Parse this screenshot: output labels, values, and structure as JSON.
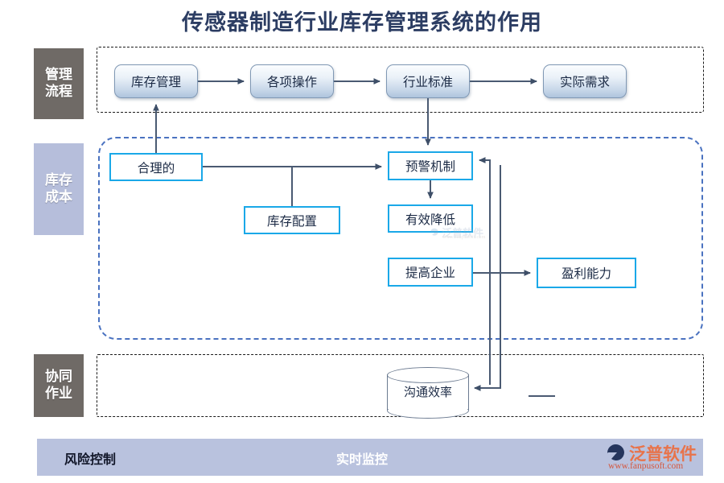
{
  "page": {
    "title": "传感器制造行业库存管理系统的作用",
    "title_color": "#2c3d63",
    "background": "#ffffff"
  },
  "bands": [
    {
      "id": "manage",
      "label": "管理流程",
      "lines": [
        "管理",
        "流程"
      ],
      "bg": "#6f6a66",
      "text_color": "#ffffff"
    },
    {
      "id": "cost",
      "label": "库存成本",
      "lines": [
        "库存",
        "成本"
      ],
      "bg": "#b6bedb",
      "text_color": "#ffffff"
    },
    {
      "id": "collab",
      "label": "协同作业",
      "lines": [
        "协同",
        "作业"
      ],
      "bg": "#6f6a66",
      "text_color": "#ffffff"
    }
  ],
  "zones": [
    {
      "id": "top",
      "border_style": "dash-dot",
      "border_color": "#1a1a1a",
      "rounded": false
    },
    {
      "id": "middle",
      "border_style": "dashed",
      "border_color": "#4a72c0",
      "rounded": true
    },
    {
      "id": "bottom",
      "border_style": "dash-dot",
      "border_color": "#1a1a1a",
      "rounded": false
    }
  ],
  "process_boxes": [
    {
      "id": "p1",
      "label": "库存管理"
    },
    {
      "id": "p2",
      "label": "各项操作"
    },
    {
      "id": "p3",
      "label": "行业标准"
    },
    {
      "id": "p4",
      "label": "实际需求"
    }
  ],
  "cost_boxes": [
    {
      "id": "reasonable",
      "label": "合理的"
    },
    {
      "id": "config",
      "label": "库存配置"
    },
    {
      "id": "warning",
      "label": "预警机制"
    },
    {
      "id": "reduce",
      "label": "有效降低"
    },
    {
      "id": "improve",
      "label": "提高企业"
    },
    {
      "id": "profit",
      "label": "盈利能力"
    }
  ],
  "cylinder": {
    "label": "沟通效率"
  },
  "footer": {
    "bg": "#b9c2de",
    "risk_label": "风险控制",
    "monitor_label": "实时监控"
  },
  "logo": {
    "brand": "泛普软件",
    "url": "www.fanpusoft.com",
    "brand_color": "#e8734a",
    "url_color": "#d4583f"
  },
  "watermark": {
    "brand": "泛普软件",
    "url": "www.fanpusoft.com"
  },
  "colors": {
    "cyan_border": "#1aa8e8",
    "connector": "#4a5a72",
    "zone_blue": "#4a72c0",
    "band_gray": "#6f6a66",
    "band_lavender": "#b6bedb"
  }
}
